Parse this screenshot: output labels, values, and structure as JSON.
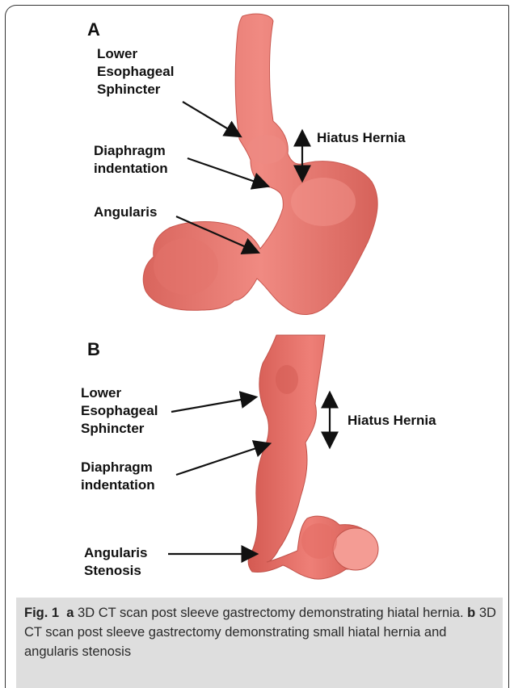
{
  "panel_a": {
    "letter": "A",
    "labels": {
      "les_1": "Lower",
      "les_2": "Esophageal",
      "les_3": "Sphincter",
      "dia_1": "Diaphragm",
      "dia_2": "indentation",
      "angularis": "Angularis",
      "hernia": "Hiatus Hernia"
    }
  },
  "panel_b": {
    "letter": "B",
    "labels": {
      "les_1": "Lower",
      "les_2": "Esophageal",
      "les_3": "Sphincter",
      "dia_1": "Diaphragm",
      "dia_2": "indentation",
      "ang_1": "Angularis",
      "ang_2": "Stenosis",
      "hernia": "Hiatus Hernia"
    }
  },
  "caption": {
    "fig_label": "Fig. 1",
    "a_letter": "a",
    "a_text": " 3D CT scan post sleeve gastrectomy demonstrating hiatal hernia. ",
    "b_letter": "b",
    "b_text": " 3D CT scan post sleeve gastrectomy demonstrating small hiatal hernia and angularis stenosis"
  },
  "colors": {
    "organ": "#ea7b73",
    "organ_dark": "#c9574f",
    "arrow": "#111111"
  }
}
